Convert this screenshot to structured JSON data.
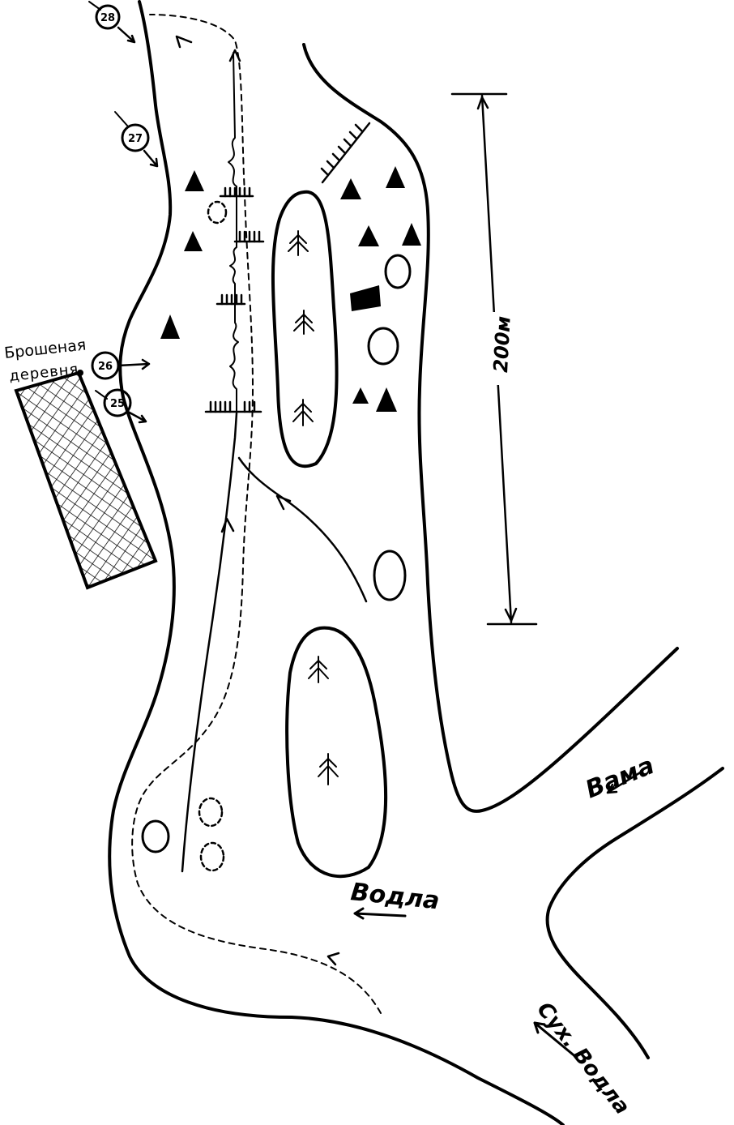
{
  "map": {
    "village_label_line1": "Брошеная",
    "village_label_line2": "деревня",
    "scale_label": "200м",
    "river_vama": "Вама",
    "river_vodla": "Водла",
    "river_sukh_vodla": "Сух. Водла",
    "waypoints": [
      "28",
      "27",
      "26",
      "25"
    ],
    "colors": {
      "ink": "#000000",
      "paper": "#ffffff"
    },
    "icons": [
      "tent-icon",
      "spruce-icon",
      "rapid-icon",
      "direction-arrow-icon",
      "stone-icon",
      "hatched-area-icon"
    ]
  }
}
